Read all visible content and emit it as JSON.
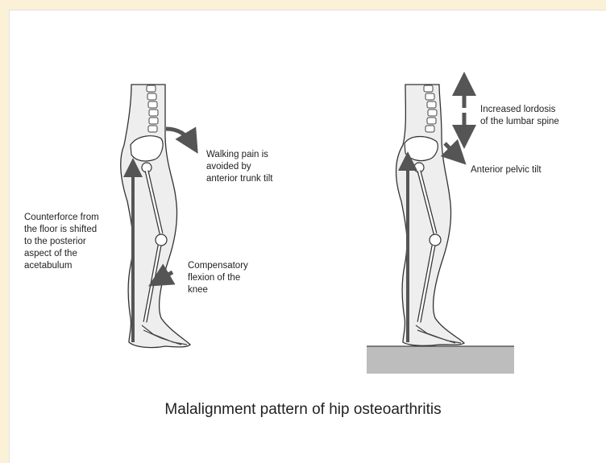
{
  "labels": {
    "walking_pain": "Walking pain is\navoided by\nanterior trunk tilt",
    "counterforce": "Counterforce from\nthe floor is shifted\nto the posterior\naspect of the\nacetabulum",
    "compensatory": "Compensatory\nflexion of the\nknee",
    "lordosis": "Increased lordosis\nof the lumbar spine",
    "pelvic_tilt": "Anterior pelvic tilt"
  },
  "caption": "Malalignment pattern of hip osteoarthritis",
  "colors": {
    "page_background": "#fbf1d7",
    "slide_background": "#ffffff",
    "arrow": "#555555",
    "floor": "#bdbdbd",
    "body_fill": "#eeeeee",
    "force_line": "#555555"
  }
}
